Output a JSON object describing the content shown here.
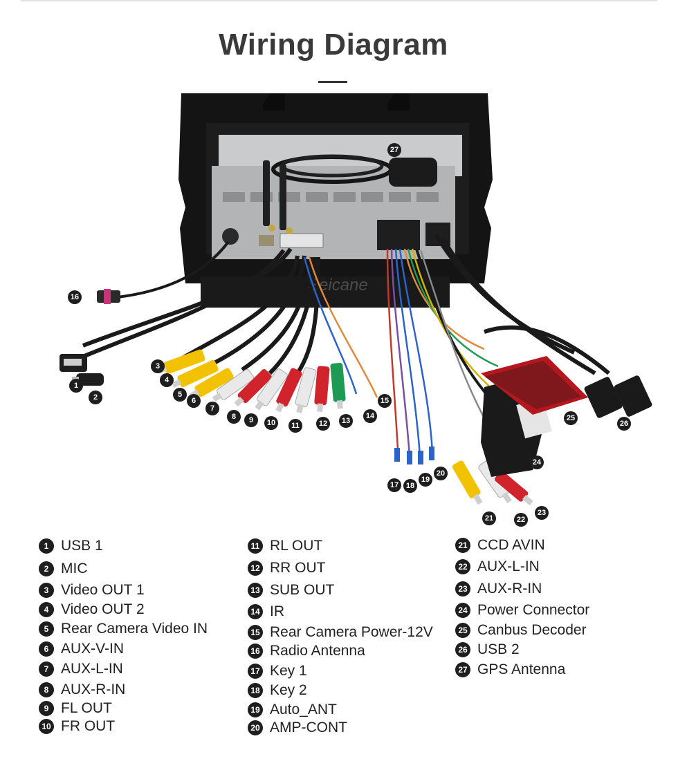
{
  "title": "Wiring Diagram",
  "watermark": "Seicane",
  "legend": [
    {
      "num": "1",
      "label": "USB 1"
    },
    {
      "num": "2",
      "label": "MIC"
    },
    {
      "num": "3",
      "label": "Video OUT 1"
    },
    {
      "num": "4",
      "label": "Video OUT 2"
    },
    {
      "num": "5",
      "label": "Rear Camera Video IN"
    },
    {
      "num": "6",
      "label": "AUX-V-IN"
    },
    {
      "num": "7",
      "label": "AUX-L-IN"
    },
    {
      "num": "8",
      "label": "AUX-R-IN"
    },
    {
      "num": "9",
      "label": "FL OUT"
    },
    {
      "num": "10",
      "label": "FR OUT"
    },
    {
      "num": "11",
      "label": "RL OUT"
    },
    {
      "num": "12",
      "label": "RR OUT"
    },
    {
      "num": "13",
      "label": "SUB OUT"
    },
    {
      "num": "14",
      "label": "IR"
    },
    {
      "num": "15",
      "label": "Rear Camera Power-12V"
    },
    {
      "num": "16",
      "label": "Radio Antenna"
    },
    {
      "num": "17",
      "label": "Key 1"
    },
    {
      "num": "18",
      "label": "Key 2"
    },
    {
      "num": "19",
      "label": "Auto_ANT"
    },
    {
      "num": "20",
      "label": "AMP-CONT"
    },
    {
      "num": "21",
      "label": "CCD AVIN"
    },
    {
      "num": "22",
      "label": "AUX-L-IN"
    },
    {
      "num": "23",
      "label": "AUX-R-IN"
    },
    {
      "num": "24",
      "label": "Power Connector"
    },
    {
      "num": "25",
      "label": "Canbus Decoder"
    },
    {
      "num": "26",
      "label": "USB 2"
    },
    {
      "num": "27",
      "label": "GPS Antenna"
    }
  ],
  "colors": {
    "rca_yellow": "#f2c200",
    "rca_white": "#e9e9e9",
    "rca_red": "#d0232b",
    "rca_green": "#1f9a55",
    "cable_black": "#1a1a1a",
    "unit_body": "#b9bbbd",
    "frame": "#141414"
  }
}
